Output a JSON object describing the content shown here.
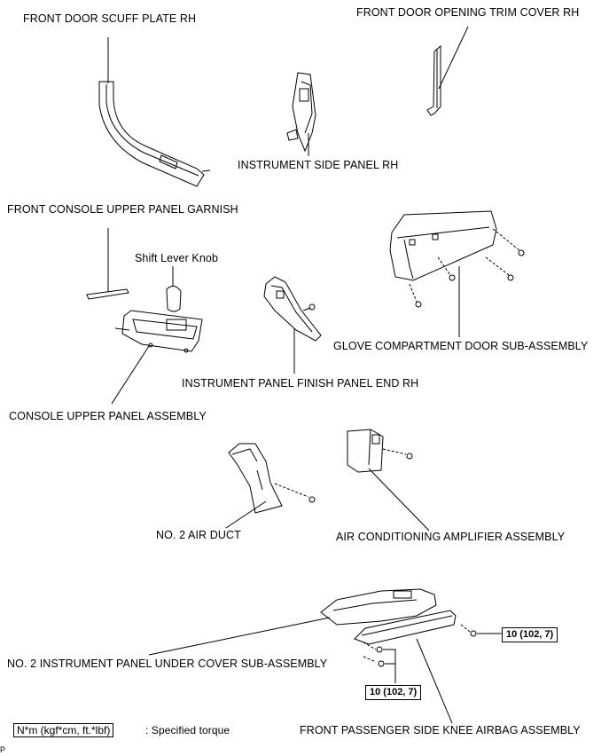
{
  "labels": {
    "front_door_scuff_plate": "FRONT DOOR SCUFF PLATE RH",
    "front_door_opening_trim": "FRONT DOOR OPENING TRIM COVER RH",
    "instrument_side_panel": "INSTRUMENT SIDE PANEL RH",
    "front_console_garnish": "FRONT CONSOLE UPPER PANEL GARNISH",
    "shift_lever_knob": "Shift Lever Knob",
    "glove_compartment": "GLOVE COMPARTMENT DOOR SUB-ASSEMBLY",
    "instrument_finish_panel": "INSTRUMENT PANEL FINISH PANEL END RH",
    "console_upper_panel": "CONSOLE UPPER PANEL ASSEMBLY",
    "air_duct": "NO. 2 AIR DUCT",
    "ac_amplifier": "AIR CONDITIONING AMPLIFIER ASSEMBLY",
    "under_cover": "NO. 2 INSTRUMENT PANEL UNDER COVER SUB-ASSEMBLY",
    "knee_airbag": "FRONT PASSENGER SIDE KNEE AIRBAG ASSEMBLY"
  },
  "torques": {
    "right": "10 (102, 7)",
    "lower": "10 (102, 7)"
  },
  "legend": {
    "box": "N*m (kgf*cm, ft.*lbf)",
    "text": ": Specified torque"
  },
  "corner_mark": "P"
}
